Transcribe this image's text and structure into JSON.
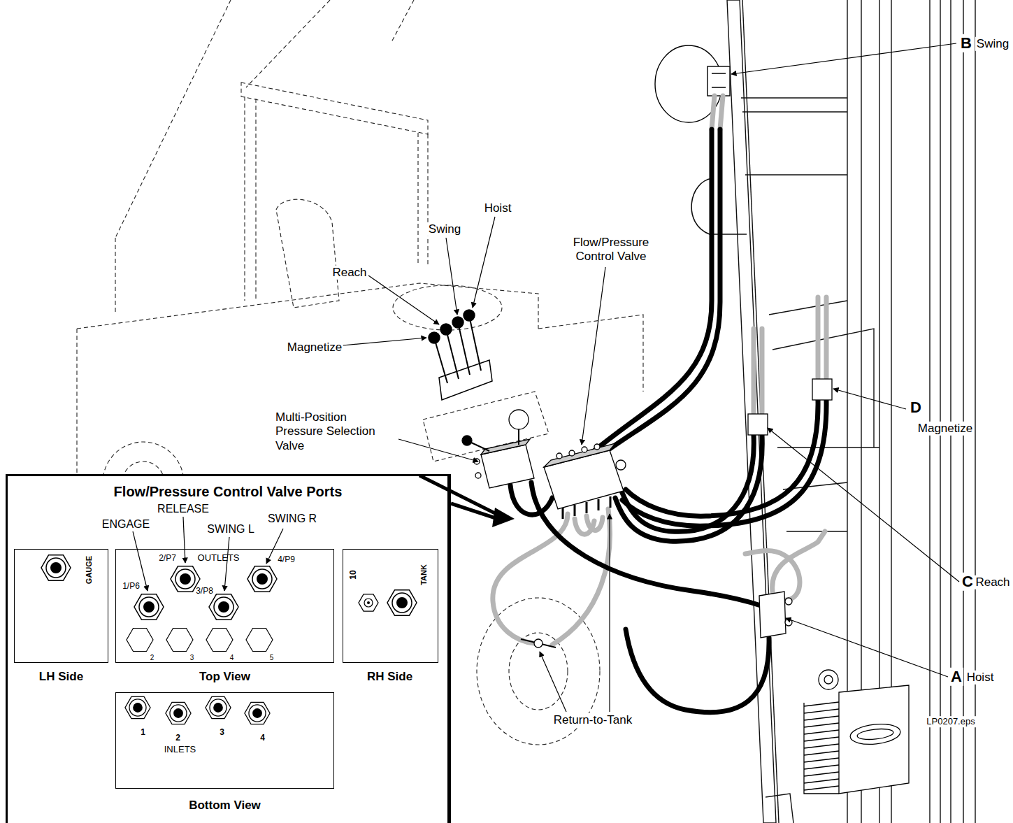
{
  "diagram": {
    "nodes": [
      {
        "text": [
          "Flow/Pressure Control Valve Ports"
        ]
      },
      {
        "text": [
          "GAUGE",
          "LH Side"
        ],
        "in": 0
      },
      {
        "text": [
          "2/P7",
          "OUTLETS",
          "4/P9",
          "1/P6",
          "3/P8",
          "2",
          "3",
          "4",
          "5",
          "Top View"
        ],
        "in": 0
      },
      {
        "text": [
          "10",
          "TANK",
          "RH Side"
        ],
        "in": 0
      },
      {
        "text": [
          "1",
          "2",
          "INLETS",
          "3",
          "4",
          "Bottom View"
        ],
        "in": 0
      }
    ],
    "labels": [
      "B",
      "Swing",
      "Hoist",
      "Swing",
      "Reach",
      "Magnetize",
      "Flow/Pressure Control Valve",
      "Multi-Position Pressure Selection Valve",
      "D",
      "Magnetize",
      "C",
      "Reach",
      "A",
      "Hoist",
      "Return-to-Tank",
      "LP0207.eps",
      "ENGAGE",
      "RELEASE",
      "SWING L",
      "SWING R"
    ]
  }
}
